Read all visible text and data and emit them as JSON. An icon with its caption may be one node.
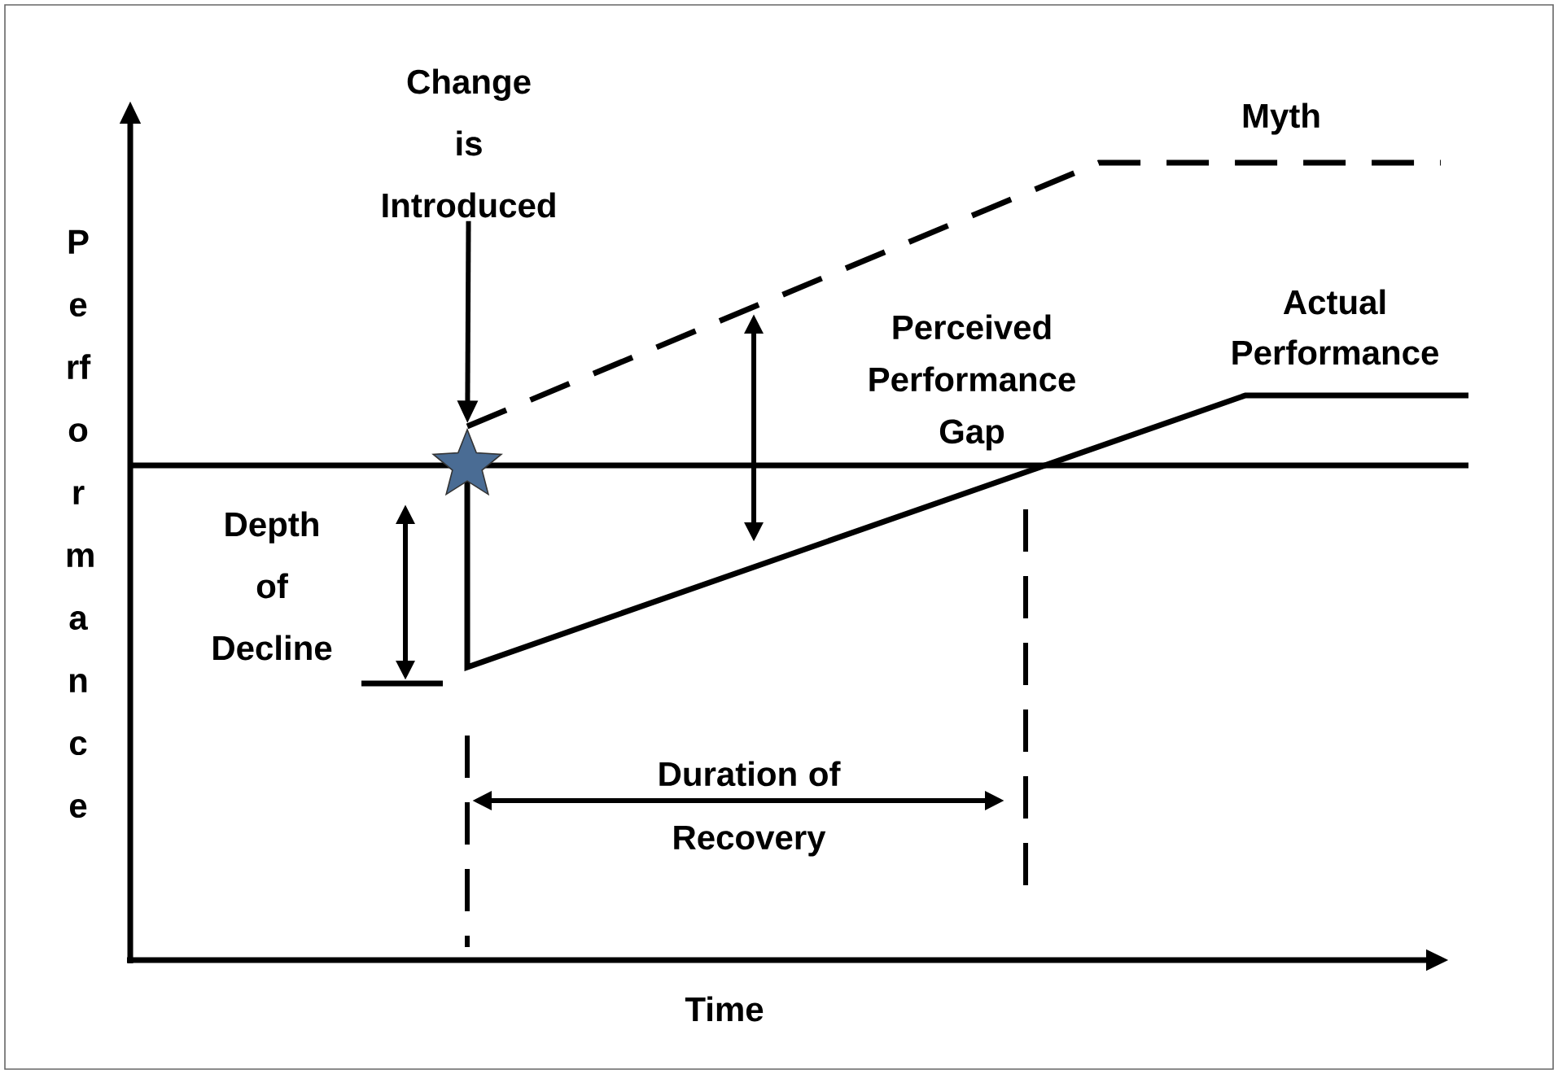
{
  "diagram": {
    "nodes": [
      {
        "text": [
          "Change is Introduced"
        ]
      },
      {
        "text": [],
        "shape": "star"
      }
    ],
    "edges": [
      {
        "from": 0,
        "to": 1,
        "arrow": "to"
      }
    ],
    "labels": [
      "Myth",
      "Actual Performance",
      "Perceived Performance Gap",
      "Depth of Decline",
      "Duration of Recovery",
      "Time",
      "Performance"
    ]
  }
}
